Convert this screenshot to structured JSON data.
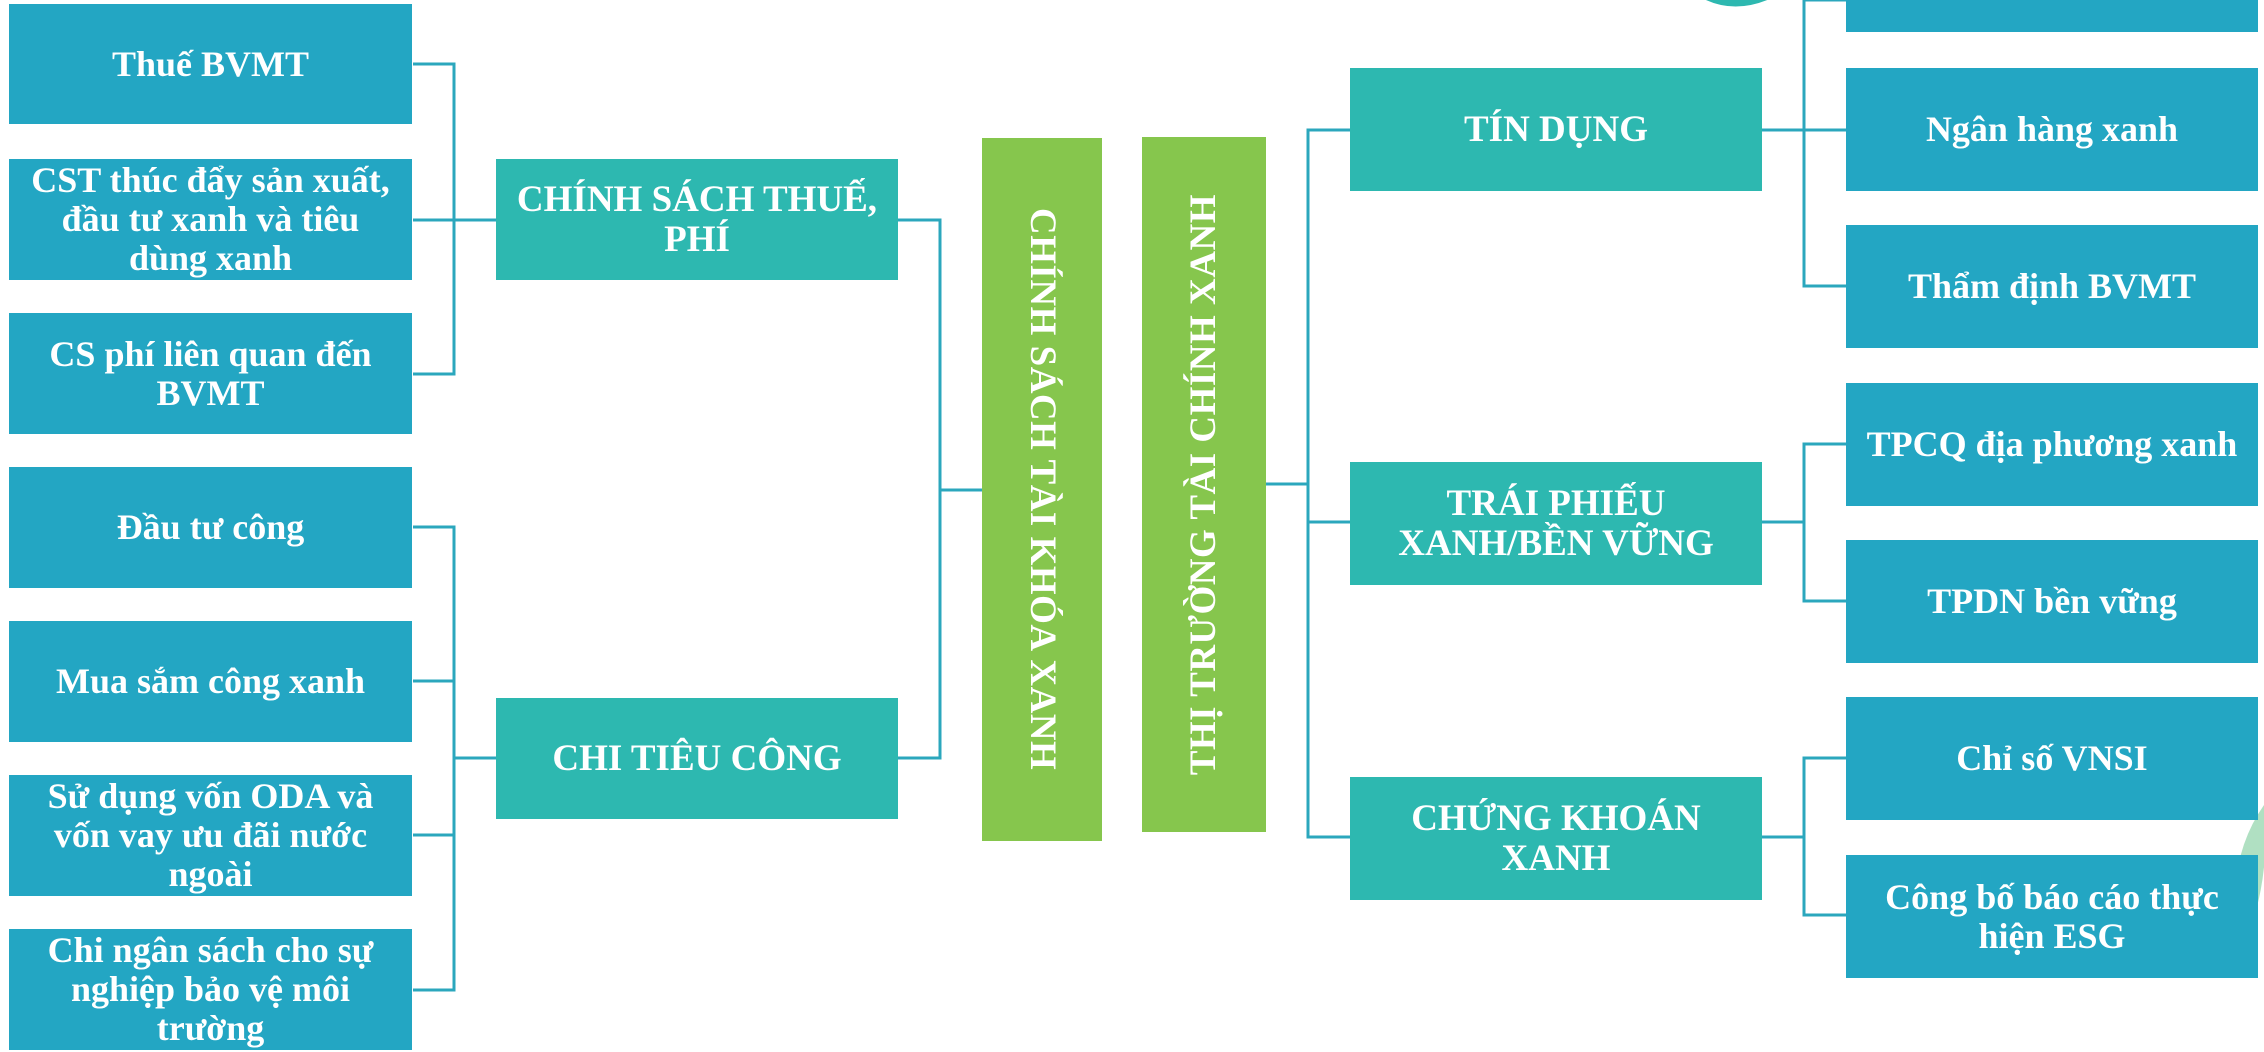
{
  "center": {
    "fiscal": "CHÍNH SÁCH TÀI KHÓA XANH",
    "market": "THỊ TRƯỜNG TÀI CHÍNH XANH"
  },
  "left": {
    "tax": {
      "label": "CHÍNH SÁCH THUẾ, PHÍ",
      "items": [
        "Thuế BVMT",
        "CST thúc đẩy sản xuất, đầu tư xanh và tiêu dùng xanh",
        "CS phí liên quan đến BVMT"
      ]
    },
    "spending": {
      "label": "CHI TIÊU CÔNG",
      "items": [
        "Đầu tư công",
        "Mua sắm công xanh",
        "Sử dụng vốn ODA và vốn vay ưu đãi nước ngoài",
        "Chi ngân sách cho sự nghiệp bảo vệ môi trường"
      ]
    }
  },
  "right": {
    "credit": {
      "label": "TÍN DỤNG",
      "items": [
        "Ngân hàng xanh",
        "Thẩm định BVMT"
      ]
    },
    "bonds": {
      "label": "TRÁI PHIẾU XANH/BỀN VỮNG",
      "items": [
        "TPCQ địa phương xanh",
        "TPDN bền vững"
      ]
    },
    "securities": {
      "label": "CHỨNG KHOÁN XANH",
      "items": [
        "Chỉ số VNSI",
        "Công bố báo cáo thực hiện ESG"
      ]
    }
  },
  "colors": {
    "leaf": "#23a6c3",
    "mid": "#2db8b0",
    "pillar": "#86c64d",
    "connector": "#2ba7bd"
  }
}
